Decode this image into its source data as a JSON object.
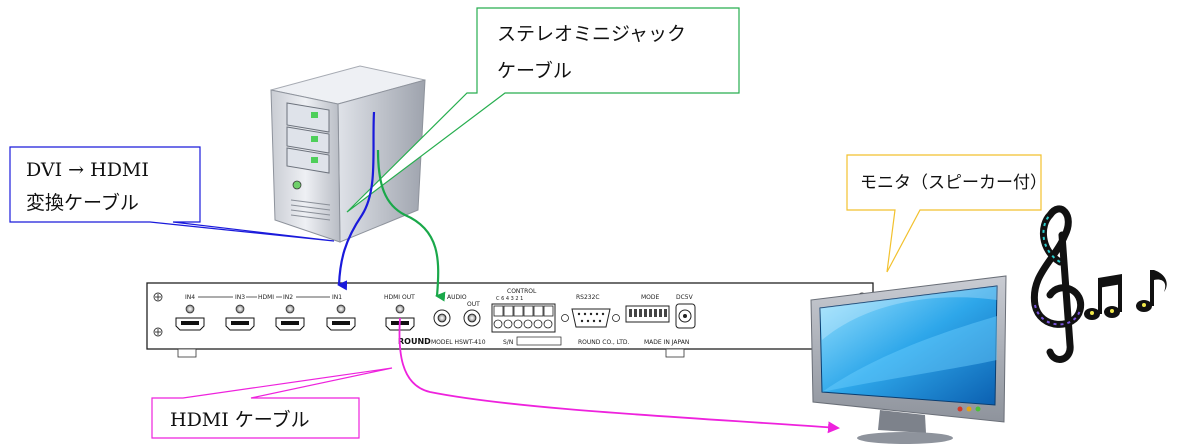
{
  "callouts": {
    "stereo_cable_line1": "ステレオミニジャック",
    "stereo_cable_line2": "ケーブル",
    "dvi_cable_line1": "DVI → HDMI",
    "dvi_cable_line2": "変換ケーブル",
    "monitor": "モニタ（スピーカー付）",
    "hdmi_cable": "HDMI ケーブル"
  },
  "device": {
    "port_in4": "IN4",
    "port_in3": "IN3",
    "hdmi_group": "HDMI",
    "port_in2": "IN2",
    "port_in1": "IN1",
    "hdmi_out": "HDMI OUT",
    "audio_label": "AUDIO",
    "audio_out": "OUT",
    "control": "CONTROL",
    "control_pins": "C  6  4  3  2  1",
    "rs232c": "RS232C",
    "mode": "MODE",
    "dc5v": "DC5V",
    "brand": "ROUND",
    "model": "MODEL HSWT-410",
    "serial": "S/N",
    "maker": "ROUND CO., LTD.",
    "origin": "MADE IN JAPAN"
  },
  "colors": {
    "dvi_cable": "#1a1adb",
    "stereo_cable": "#1aa84a",
    "hdmi_cable": "#ee22dd",
    "stereo_box": "#27ae4f",
    "monitor_box": "#f2c12e",
    "hdmi_box": "#ee22dd",
    "dvi_box": "#1a1adb"
  },
  "icons": [
    "pc-tower-icon",
    "monitor-icon",
    "music-notes-icon"
  ]
}
